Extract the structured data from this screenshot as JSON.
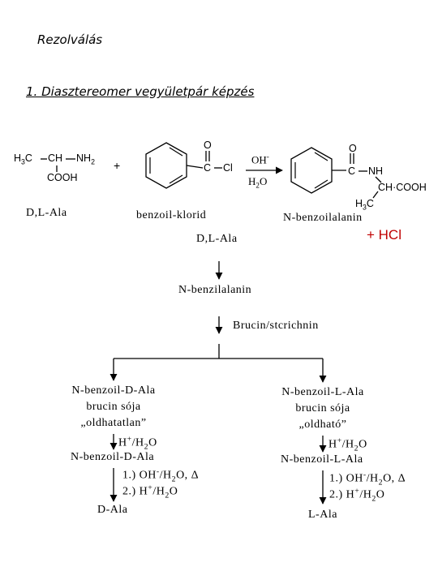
{
  "heading": "Rezolválás",
  "section_title": "1. Diasztereomer vegyületpár képzés",
  "reaction": {
    "ala_ch3": "H3C",
    "ala_ch": "CH",
    "ala_nh2": "NH2",
    "ala_cooh": "COOH",
    "plus": "+",
    "reagent_top": "OH-",
    "reagent_bottom": "H2O",
    "acyl_o": "O",
    "acyl_c": "C",
    "acyl_cl": "Cl",
    "prod_o": "O",
    "prod_c": "C",
    "prod_nh": "NH",
    "prod_ch": "CH",
    "prod_cooh": "COOH",
    "prod_h3c": "H3C",
    "hcl": "+ HCl",
    "hcl_color": "#c00000",
    "label_ala": "D,L-Ala",
    "label_benzoyl": "benzoil-klorid",
    "label_product": "N-benzoilalanin",
    "label_ala2": "D,L-Ala"
  },
  "flow": {
    "step1": "N-benzilalanin",
    "step2": "Brucin/stcrichnin"
  },
  "left_branch": {
    "line1": "N-benzoil-D-Ala",
    "line2": "brucin sója",
    "line3": "„oldhatatlan”",
    "reagent1": "H+/H2O",
    "intermediate": "N-benzoil-D-Ala",
    "reagent2a": "1.) OH-/H2O, Δ",
    "reagent2b": "2.) H+/H2O",
    "product": "D-Ala"
  },
  "right_branch": {
    "line1": "N-benzoil-L-Ala",
    "line2": "brucin sója",
    "line3": "„oldható”",
    "reagent1": "H+/H2O",
    "intermediate": "N-benzoil-L-Ala",
    "reagent2a": "1.) OH-/H2O, Δ",
    "reagent2b": "2.) H+/H2O",
    "product": "L-Ala"
  }
}
